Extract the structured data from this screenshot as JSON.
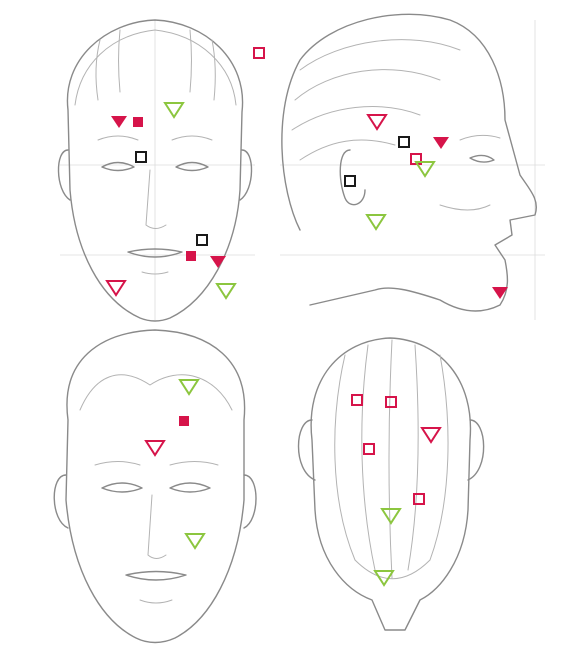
{
  "colors": {
    "crimson": "#d6144a",
    "lime": "#8cc63f",
    "black": "#1a1a1a",
    "sketch": "#8a8a8a"
  },
  "panels": [
    {
      "id": "front-face-top",
      "view": "front"
    },
    {
      "id": "side-profile",
      "view": "side"
    },
    {
      "id": "front-face-bottom",
      "view": "front"
    },
    {
      "id": "back-of-head",
      "view": "back"
    }
  ],
  "marker_types": {
    "crimson-filled-triangle": {
      "shape": "triangle-down",
      "fill": "crimson"
    },
    "crimson-open-triangle": {
      "shape": "triangle-down",
      "stroke": "crimson"
    },
    "lime-open-triangle": {
      "shape": "triangle-down",
      "stroke": "lime"
    },
    "crimson-filled-square": {
      "shape": "square",
      "fill": "crimson"
    },
    "crimson-open-square": {
      "shape": "square",
      "stroke": "crimson"
    },
    "black-open-square": {
      "shape": "square",
      "stroke": "black"
    }
  }
}
